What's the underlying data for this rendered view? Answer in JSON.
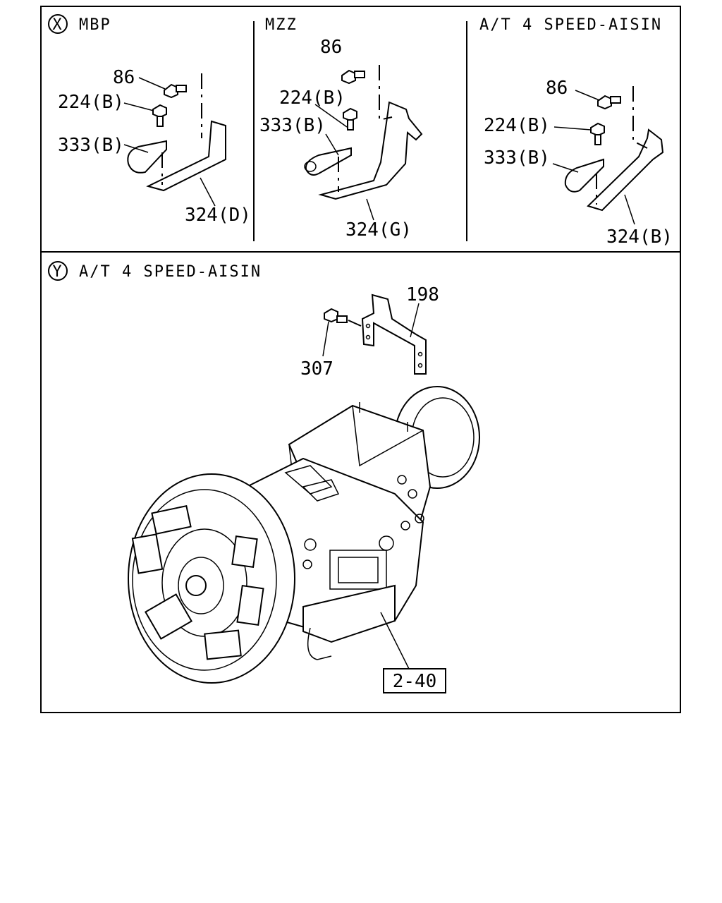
{
  "panels": {
    "x_mbp": {
      "circle_letter": "X",
      "title": "MBP",
      "labels": {
        "bolt": "86",
        "bolt2": "224(B)",
        "clip": "333(B)",
        "bracket": "324(D)"
      }
    },
    "mzz": {
      "title": "MZZ",
      "labels": {
        "bolt": "86",
        "bolt2": "224(B)",
        "clip": "333(B)",
        "bracket": "324(G)"
      }
    },
    "at4_top": {
      "title": "A/T 4 SPEED-AISIN",
      "labels": {
        "bolt": "86",
        "bolt2": "224(B)",
        "clip": "333(B)",
        "bracket": "324(B)"
      }
    },
    "y_at4": {
      "circle_letter": "Y",
      "title": "A/T 4 SPEED-AISIN",
      "labels": {
        "bracket": "198",
        "bolt": "307",
        "ref": "2-40"
      }
    }
  }
}
